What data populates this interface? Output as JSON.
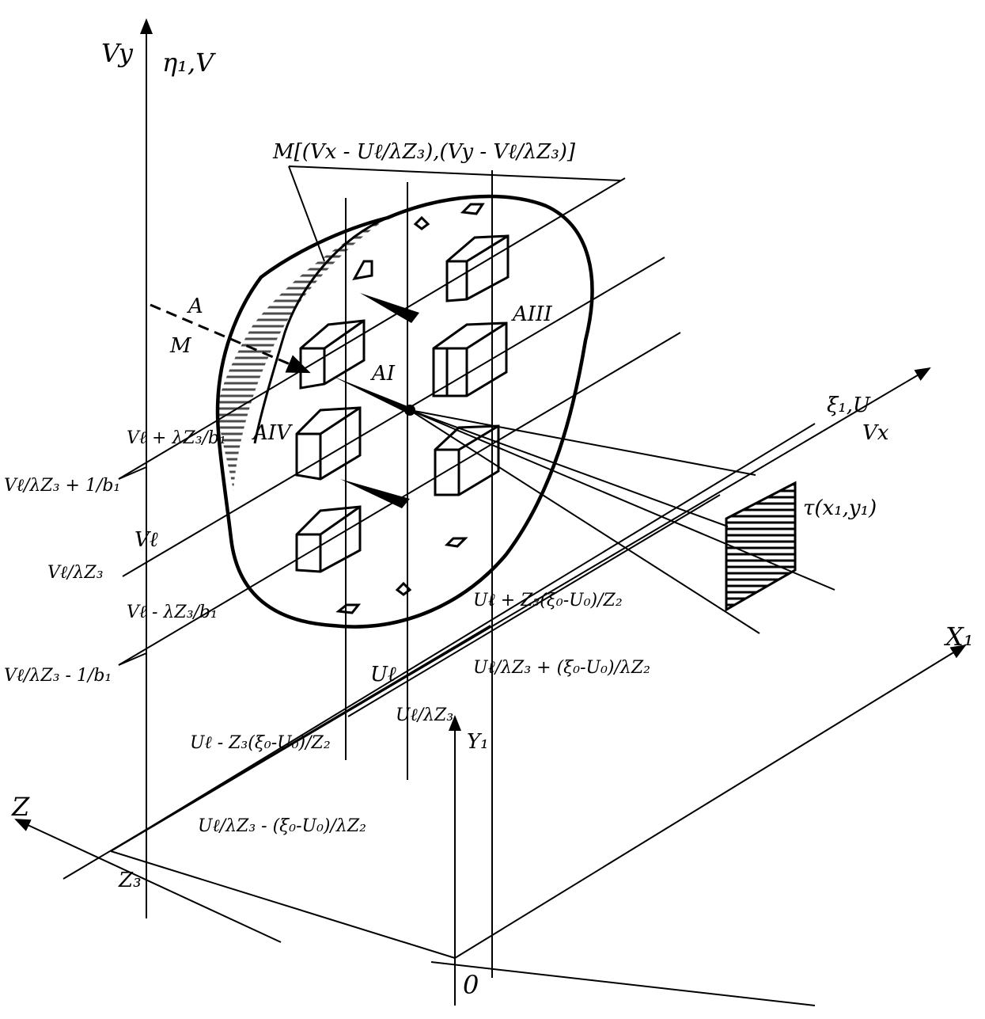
{
  "labels": {
    "vy_axis": "Vy",
    "eta_axis": "η₁,V",
    "m_formula": "M[(Vx - Uℓ/λZ₃),(Vy - Vℓ/λZ₃)]",
    "a_top": "A",
    "m_left": "M",
    "a_one": "AI",
    "a_three": "AIII",
    "a_four": "AIV",
    "xi_axis": "ξ₁,U",
    "vx_axis": "Vx",
    "tau": "τ(x₁,y₁)",
    "x1_axis": "X₁",
    "y1_axis": "Y₁",
    "origin": "0",
    "z_axis": "Z",
    "z3": "Z₃",
    "left_v1": "Vℓ/λZ₃ + 1/b₁",
    "left_v2": "Vℓ/λZ₃",
    "left_v3": "Vℓ/λZ₃ - 1/b₁",
    "mid_v1": "Vℓ + λZ₃/b₁",
    "mid_v2": "Vℓ",
    "mid_v3": "Vℓ - λZ₃/b₁",
    "bot_u1": "Uℓ - Z₃(ξ₀-U₀)/Z₂",
    "bot_u2": "Uℓ/λZ₃ - (ξ₀-U₀)/λZ₂",
    "bot_u3": "Uℓ",
    "bot_u4": "Uℓ/λZ₃",
    "right_u1": "Uℓ + Z₃(ξ₀-U₀)/Z₂",
    "right_u2": "Uℓ/λZ₃ + (ξ₀-U₀)/λZ₂"
  }
}
